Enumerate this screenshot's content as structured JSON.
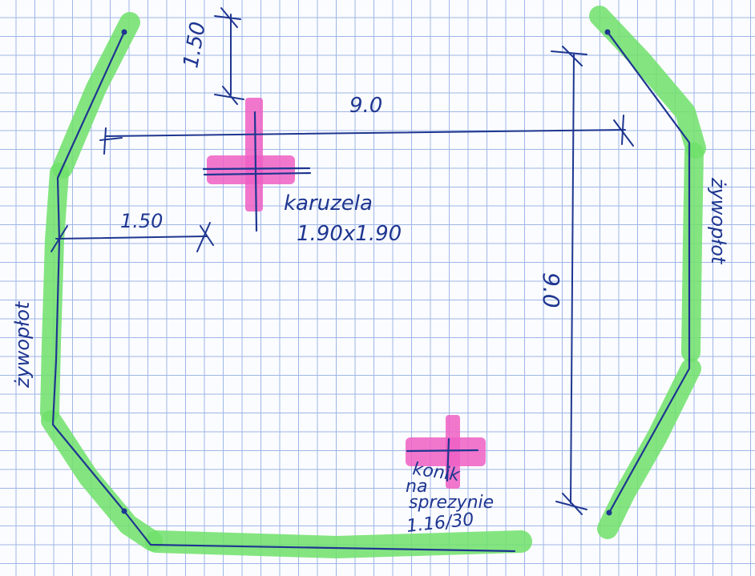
{
  "labels": {
    "dim_top_small": "1.50",
    "dim_width": "9.0",
    "dim_left_small": "1.50",
    "dim_height": "9.0",
    "karuzela_title": "karuzela",
    "karuzela_size": "1.90x1.90",
    "konik_line1": "konik",
    "konik_line2": "na",
    "konik_line3": "sprezynie",
    "konik_size": "1.16/30",
    "fence_left": "żywopłot",
    "fence_right": "żywopłot"
  },
  "colors": {
    "ink": "#1e3690",
    "hedge_highlight": "#6ee06a",
    "equipment_highlight": "#ee5fc4",
    "grid": "#9fb6e6"
  }
}
